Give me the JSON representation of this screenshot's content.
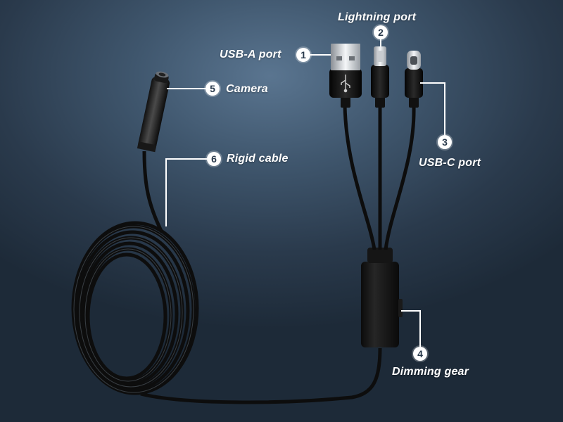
{
  "callouts": [
    {
      "num": "1",
      "label": "USB-A port"
    },
    {
      "num": "2",
      "label": "Lightning port"
    },
    {
      "num": "3",
      "label": "USB-C port"
    },
    {
      "num": "4",
      "label": "Dimming gear"
    },
    {
      "num": "5",
      "label": "Camera"
    },
    {
      "num": "6",
      "label": "Rigid cable"
    }
  ]
}
